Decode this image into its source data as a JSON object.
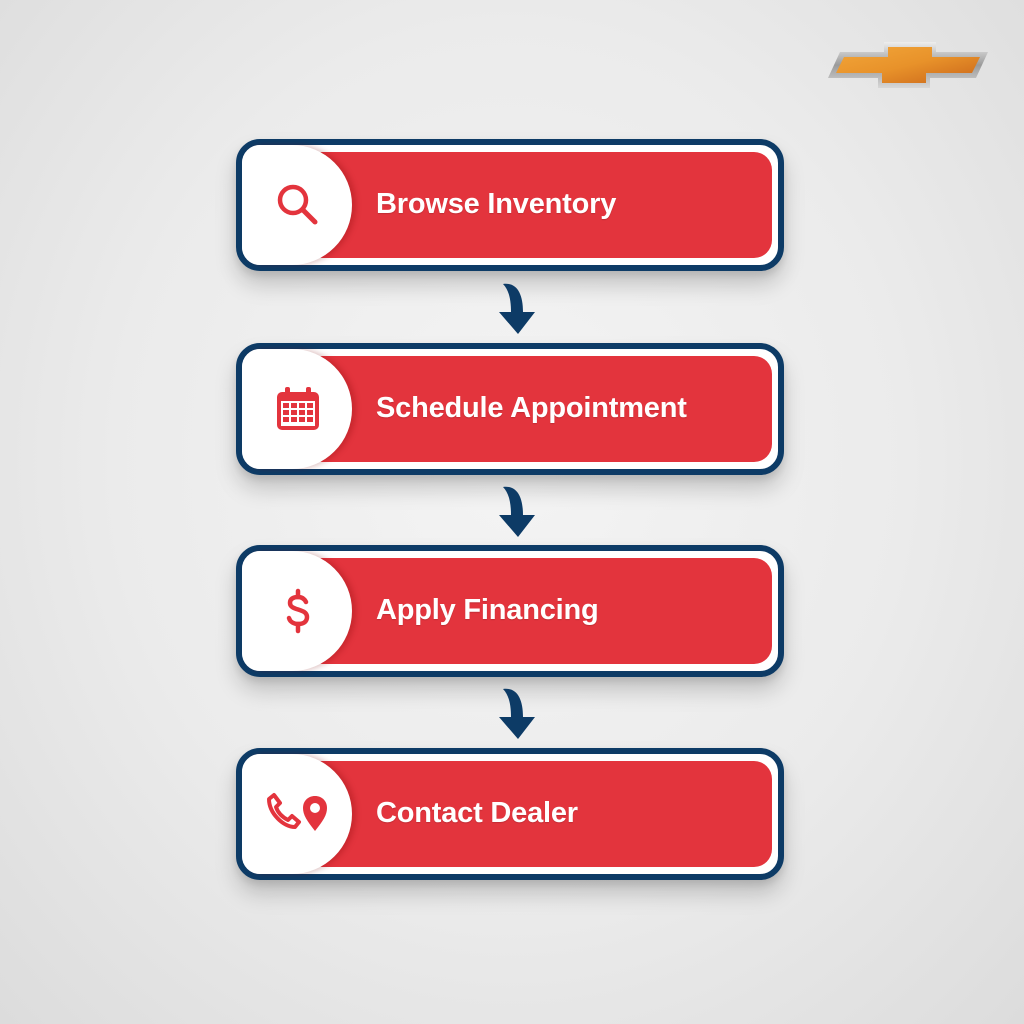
{
  "logo": {
    "name": "chevrolet-bowtie-logo",
    "colors": {
      "gold": "#e8962c",
      "chrome": "#b8b8b8"
    }
  },
  "colors": {
    "card_border": "#0d3b66",
    "card_fill": "#e3343d",
    "icon": "#e3343d",
    "arrow": "#0d3b66",
    "label": "#ffffff"
  },
  "steps": [
    {
      "label": "Browse Inventory",
      "icon": "search-icon"
    },
    {
      "label": "Schedule Appointment",
      "icon": "calendar-icon"
    },
    {
      "label": "Apply Financing",
      "icon": "dollar-icon"
    },
    {
      "label": "Contact Dealer",
      "icon": "phone-location-icon"
    }
  ]
}
